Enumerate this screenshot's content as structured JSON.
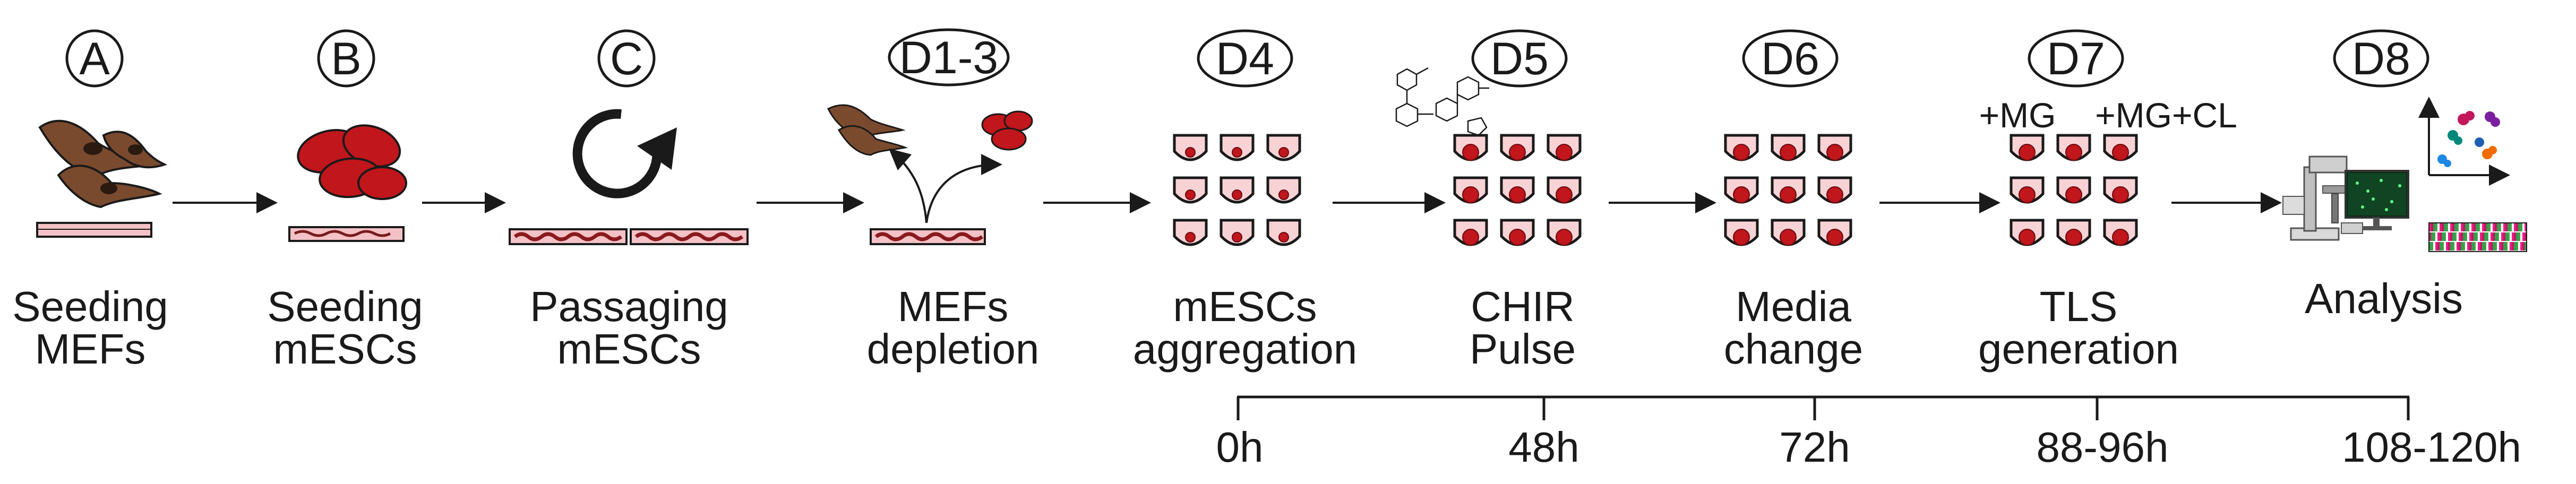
{
  "steps": [
    {
      "badge": "A",
      "line1": "Seeding",
      "line2": "MEFs"
    },
    {
      "badge": "B",
      "line1": "Seeding",
      "line2": "mESCs"
    },
    {
      "badge": "C",
      "line1": "Passaging",
      "line2": "mESCs"
    },
    {
      "badge": "D1-3",
      "line1": "MEFs",
      "line2": "depletion"
    },
    {
      "badge": "D4",
      "line1": "mESCs",
      "line2": "aggregation"
    },
    {
      "badge": "D5",
      "line1": "CHIR",
      "line2": "Pulse"
    },
    {
      "badge": "D6",
      "line1": "Media",
      "line2": "change"
    },
    {
      "badge": "D7",
      "line1": "TLS",
      "line2": "generation"
    },
    {
      "badge": "D8",
      "line1": "Analysis",
      "line2": ""
    }
  ],
  "conditions": {
    "left": "+MG",
    "right": "+MG+CL"
  },
  "timeline": {
    "ticks": [
      "0h",
      "48h",
      "72h",
      "88-96h",
      "108-120h"
    ]
  },
  "colors": {
    "mef": "#7a4a2e",
    "mesc": "#c0161c",
    "plate": "#f4c2c6",
    "well_fill": "#f7d3d6",
    "line": "#1a1a1a"
  },
  "icons": [
    "mef-cells-icon",
    "mesc-cells-icon",
    "circular-arrow-icon",
    "culture-dish-icon",
    "well-plate-icon",
    "chemical-structure-icon",
    "microscope-icon",
    "scatter-plot-icon",
    "sequencing-bars-icon"
  ]
}
